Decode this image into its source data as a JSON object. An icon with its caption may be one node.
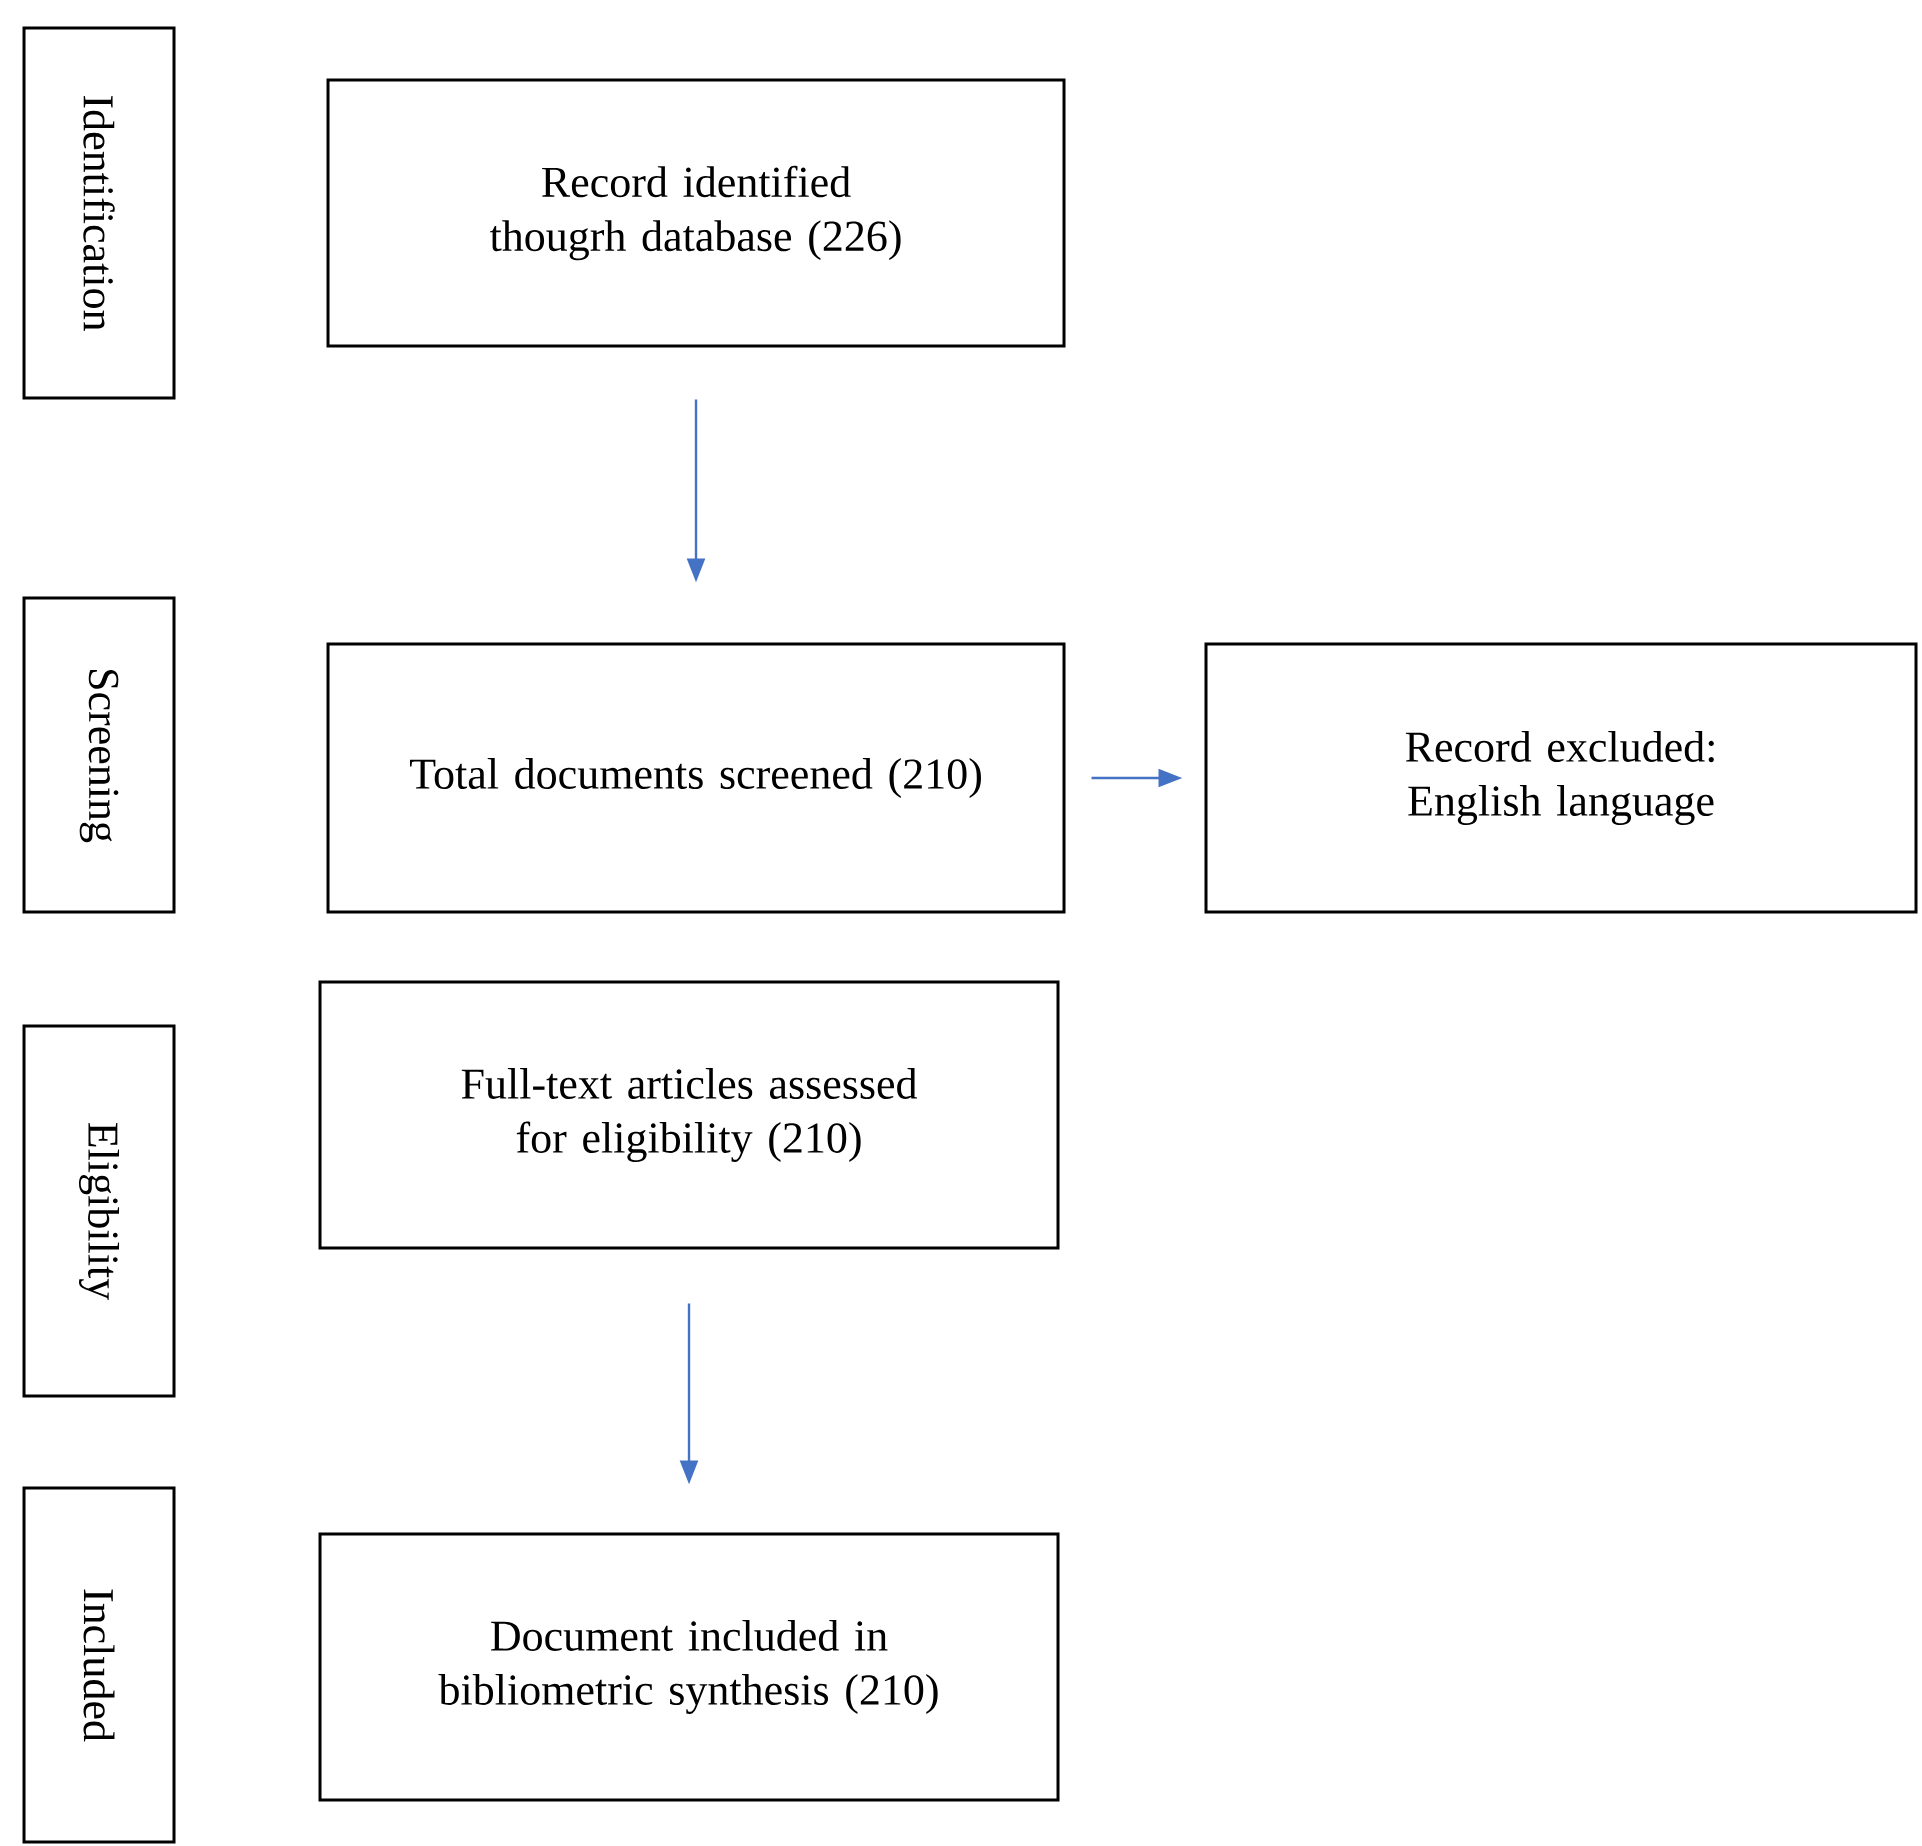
{
  "diagram": {
    "nodes": [
      {
        "text": [
          "Identification"
        ]
      },
      {
        "text": [
          "Record identified thougrh database (226)"
        ]
      },
      {
        "text": [
          "Screening"
        ]
      },
      {
        "text": [
          "Total documents screened (210)"
        ]
      },
      {
        "text": [
          "Record excluded: English language"
        ]
      },
      {
        "text": [
          "Eligibility"
        ]
      },
      {
        "text": [
          "Full-text articles assessed for eligibility (210)"
        ]
      },
      {
        "text": [
          "Included"
        ]
      },
      {
        "text": [
          "Document included in bibliometric synthesis (210)"
        ]
      }
    ],
    "edges": [
      {
        "from": 1,
        "to": 3,
        "arrow": "to"
      },
      {
        "from": 3,
        "to": 4,
        "arrow": "to"
      },
      {
        "from": 6,
        "to": 8,
        "arrow": "to"
      }
    ]
  }
}
